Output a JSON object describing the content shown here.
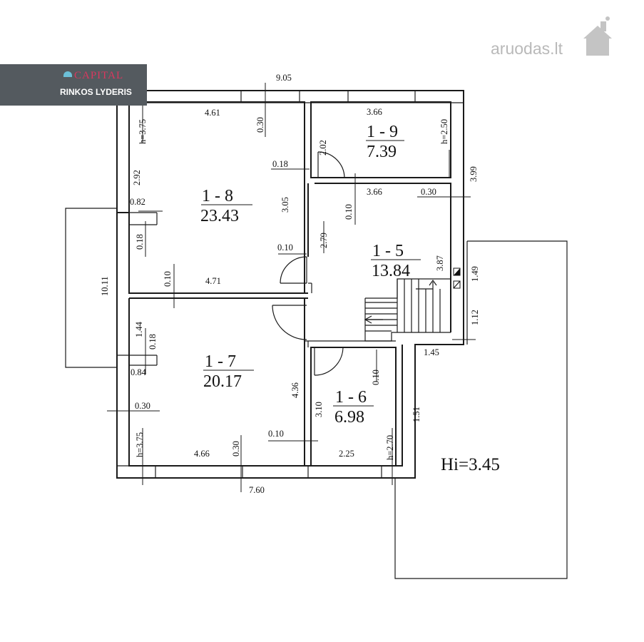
{
  "watermark": {
    "text": "aruodas.lt"
  },
  "brand": {
    "name": "CAPITAL",
    "tagline": "RINKOS LYDERIS"
  },
  "rooms": [
    {
      "id": "1 - 8",
      "area": "23.43"
    },
    {
      "id": "1 - 9",
      "area": "7.39"
    },
    {
      "id": "1 - 5",
      "area": "13.84"
    },
    {
      "id": "1 - 7",
      "area": "20.17"
    },
    {
      "id": "1 - 6",
      "area": "6.98"
    }
  ],
  "outdoor": {
    "label": "Hi=3.45"
  },
  "dimensions": {
    "overall_width_top": "9.05",
    "r18_width_top": "4.61",
    "r18_height_mark": "h=3.75",
    "r18_dim_030": "0.30",
    "r18_dim_018": "0.18",
    "r18_left_292": "2.92",
    "r18_dim_082": "0.82",
    "r18_side_018": "0.18",
    "r18_height_305": "3.05",
    "r18_dim_010_door": "0.10",
    "r18_dim_010_bottom": "0.10",
    "r18_width_bottom": "4.71",
    "r19_width": "3.66",
    "r19_height_mark": "h=2.50",
    "r19_door_202": "2.02",
    "right_399": "3.99",
    "r15_width": "3.66",
    "r15_dim_030": "0.30",
    "r15_dim_010": "0.10",
    "r15_height_279": "2.79",
    "r15_height_387": "3.87",
    "right_149": "1.49",
    "right_112": "1.12",
    "step_145": "1.45",
    "left_1011": "10.11",
    "r17_dim_144": "1.44",
    "r17_dim_018": "0.18",
    "r17_dim_084": "0.84",
    "r17_dim_030": "0.30",
    "r17_height_mark": "h=3.75",
    "r17_width": "4.66",
    "r17_dim_030_bottom": "0.30",
    "r17_height_436": "4.36",
    "r17_dim_010": "0.10",
    "r16_dim_010": "0.10",
    "r16_height_310": "3.10",
    "r16_width": "2.25",
    "r16_height_mark": "h=2.70",
    "right_151": "1.51",
    "overall_width_bottom": "7.60"
  }
}
